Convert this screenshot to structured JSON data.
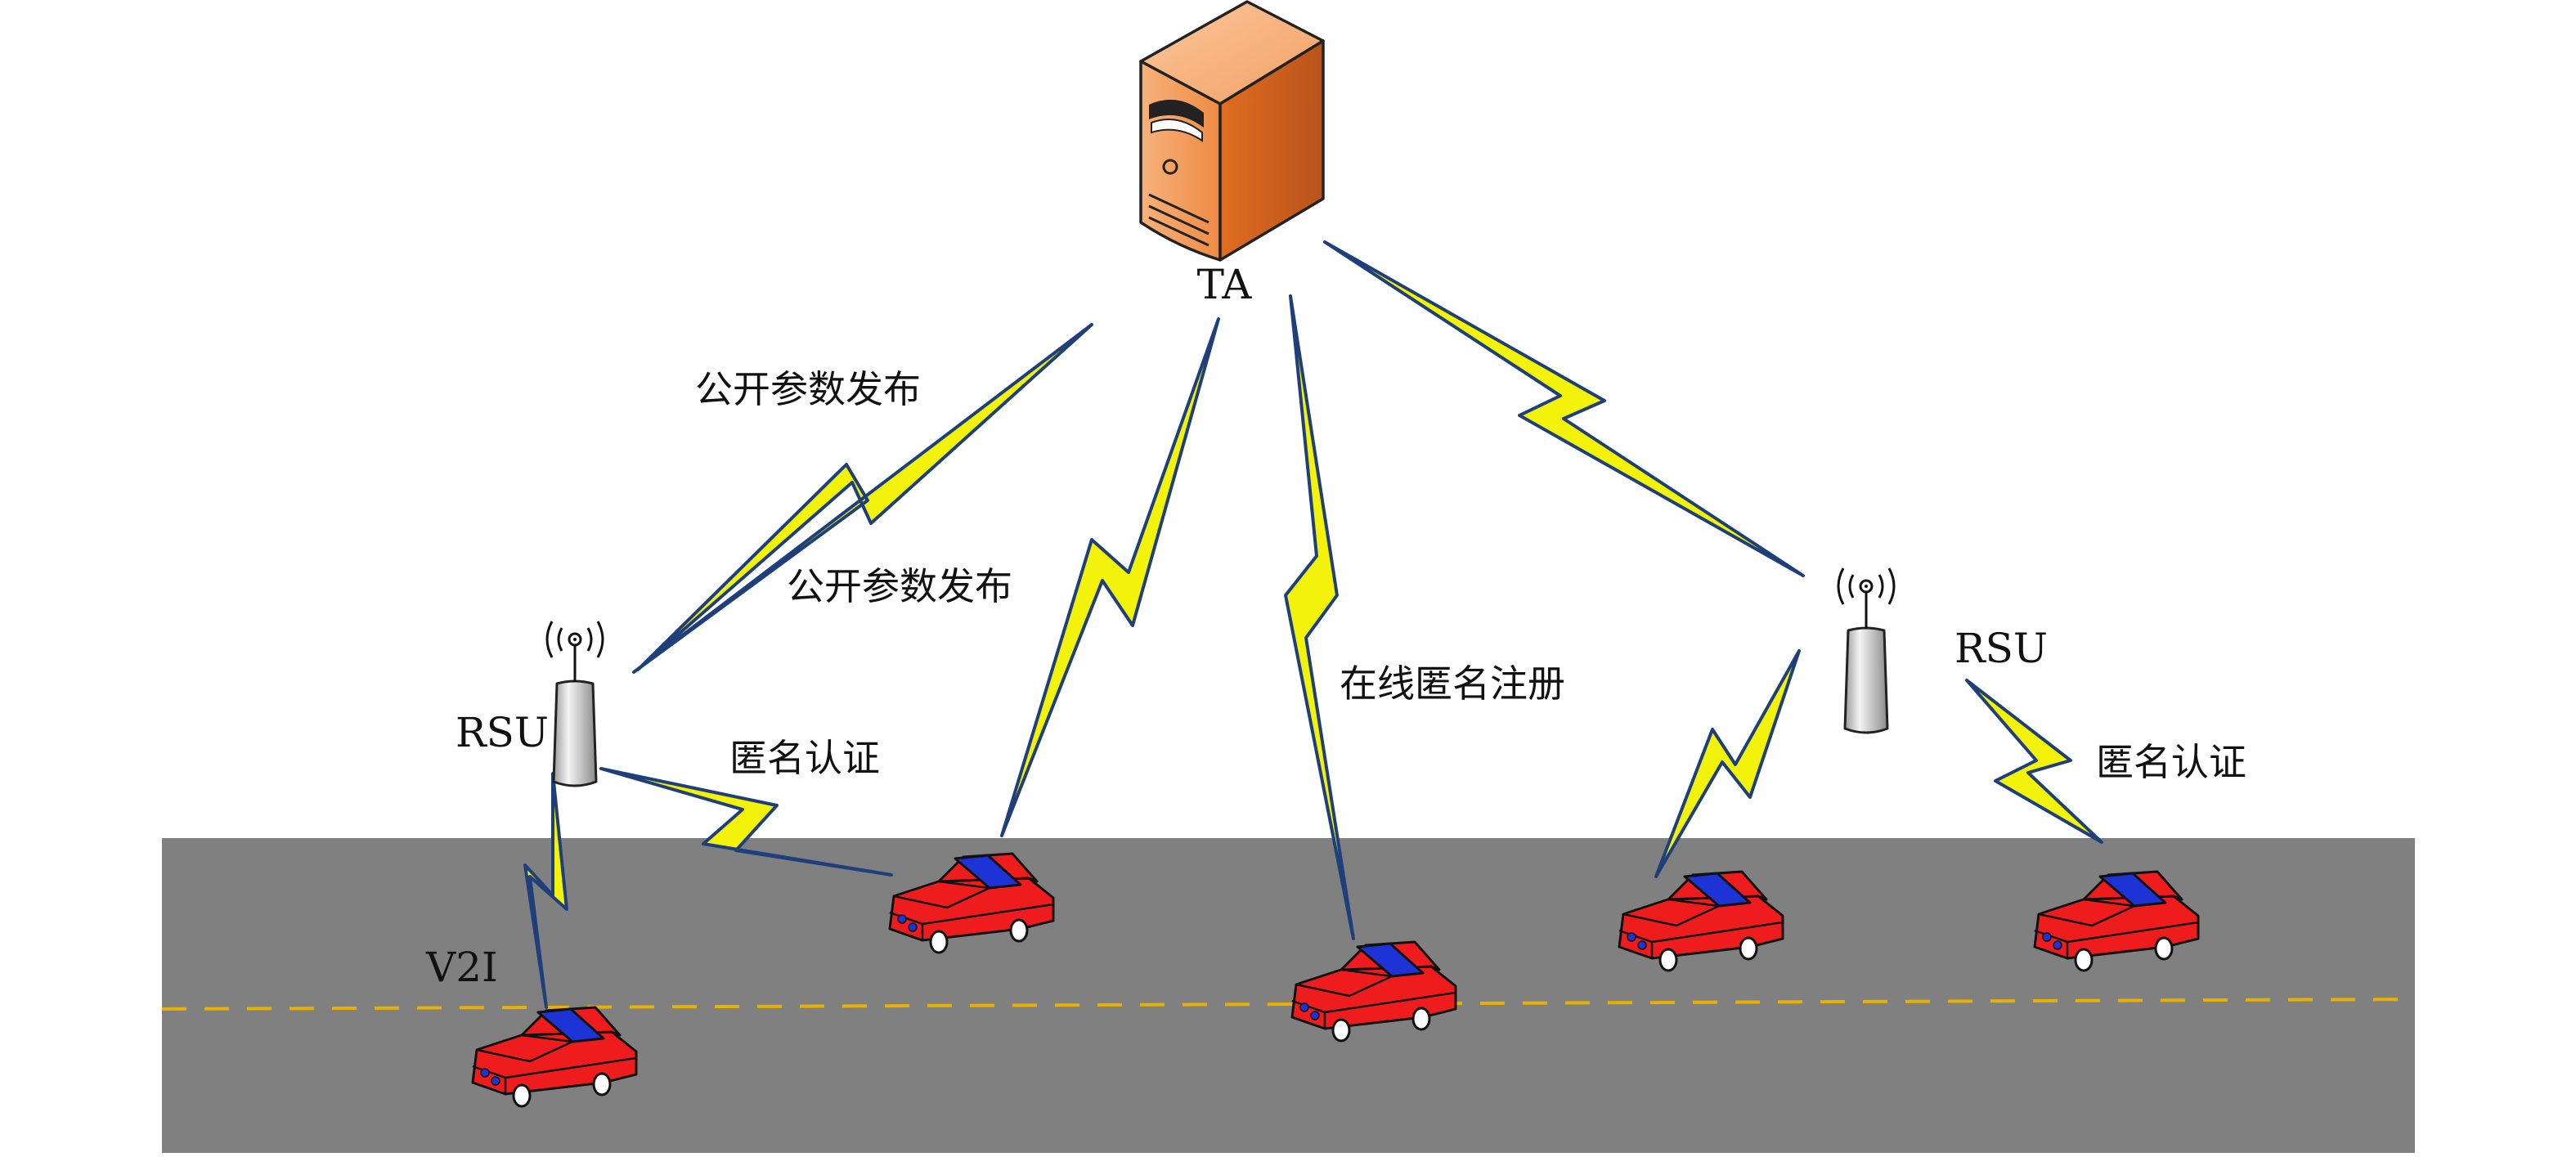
{
  "colors": {
    "road": "#808080",
    "lane_dash": "#e8b000",
    "bolt_fill": "#f2f20a",
    "bolt_stroke": "#1f3f7a",
    "server_light": "#f7a96a",
    "server_dark": "#d96520",
    "car_body": "#ee1c1c",
    "car_roof": "#1e33d6",
    "tower": "#d9d9d9"
  },
  "nodes": {
    "ta": {
      "label": "TA",
      "icon": "server-icon"
    },
    "rsu_left": {
      "label": "RSU",
      "icon": "rsu-tower-icon"
    },
    "rsu_right": {
      "label": "RSU",
      "icon": "rsu-tower-icon"
    }
  },
  "links": {
    "publish_params_1": "公开参数发布",
    "publish_params_2": "公开参数发布",
    "online_anon_register": "在线匿名注册",
    "anon_auth_left": "匿名认证",
    "anon_auth_right": "匿名认证",
    "v2i": "V2I"
  },
  "vehicles": {
    "count": 5,
    "icon": "car-icon"
  }
}
